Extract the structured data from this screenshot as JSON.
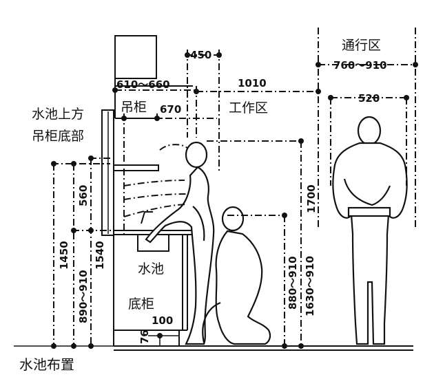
{
  "labels": {
    "sink_layout": "水池布置",
    "above_sink_cabinet_bottom_line1": "水池上方",
    "above_sink_cabinet_bottom_line2": "吊柜底部",
    "wall_cabinet": "吊柜",
    "work_zone": "工作区",
    "passage_zone": "通行区",
    "sink": "水池",
    "base_cabinet": "底柜"
  },
  "dimensions": {
    "d450": "450",
    "d610_660": "610～660",
    "d1010": "1010",
    "d670": "670",
    "d760_910": "760～910",
    "d520": "520",
    "d560": "560",
    "d1450": "1450",
    "d890_910": "890～910",
    "d1540": "1540",
    "d1700": "1700",
    "d880_910": "880～910",
    "d1630_910": "1630～910",
    "d100": "100",
    "d76": "76"
  }
}
